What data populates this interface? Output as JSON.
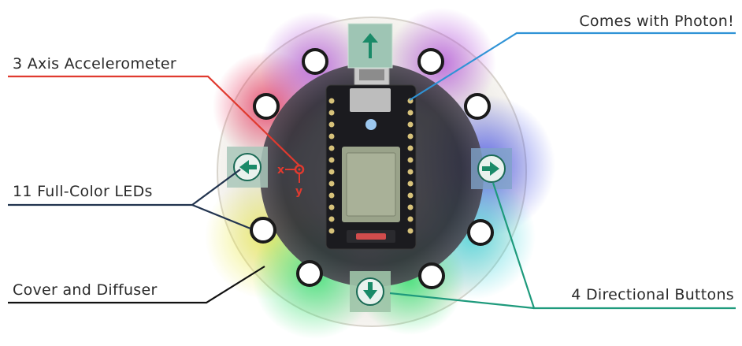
{
  "labels": {
    "accelerometer": "3 Axis Accelerometer",
    "leds": "11 Full-Color LEDs",
    "cover": "Cover and Diffuser",
    "photon": "Comes with Photon!",
    "buttons": "4 Directional Buttons"
  },
  "axes": {
    "x": "x",
    "y": "y"
  },
  "colors": {
    "accelerometer_line": "#e03a2f",
    "leds_line": "#22344f",
    "cover_line": "#111111",
    "photon_line": "#2f93d6",
    "buttons_line": "#1e9a7c"
  }
}
